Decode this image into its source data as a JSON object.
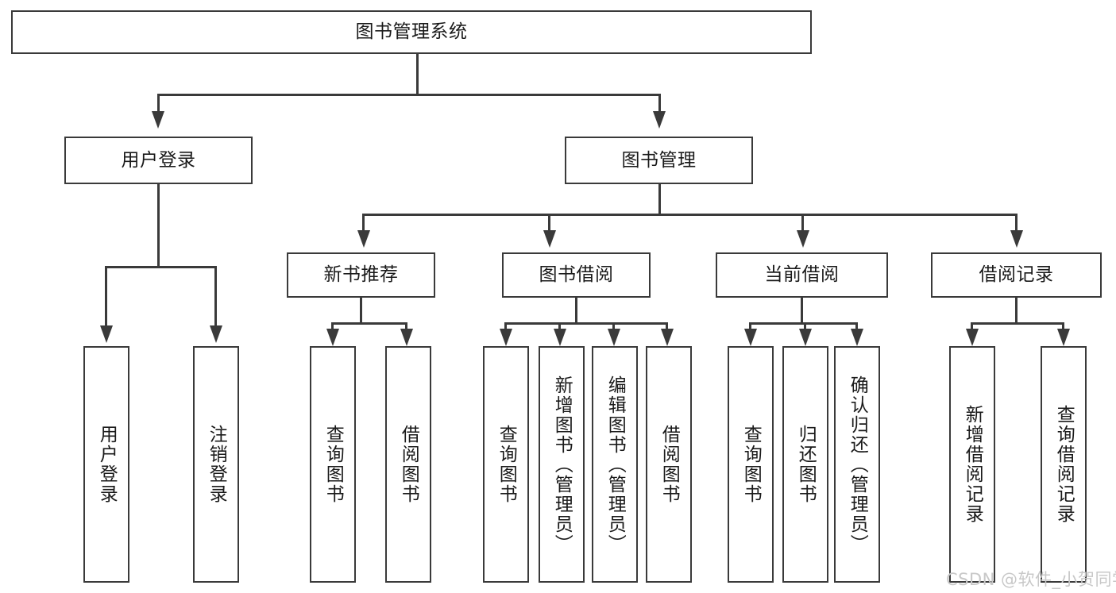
{
  "diagram": {
    "type": "tree",
    "title": "图书管理系统",
    "root": {
      "label": "图书管理系统"
    },
    "level1": [
      {
        "label": "用户登录"
      },
      {
        "label": "图书管理"
      }
    ],
    "level2": [
      {
        "label": "新书推荐"
      },
      {
        "label": "图书借阅"
      },
      {
        "label": "当前借阅"
      },
      {
        "label": "借阅记录"
      }
    ],
    "leaves_user_login": [
      {
        "label": "用户登录"
      },
      {
        "label": "注销登录"
      }
    ],
    "leaves_new_book": [
      {
        "label": "查询图书"
      },
      {
        "label": "借阅图书"
      }
    ],
    "leaves_borrow": [
      {
        "label": "查询图书"
      },
      {
        "label": "新增图书（管理员）"
      },
      {
        "label": "编辑图书（管理员）"
      },
      {
        "label": "借阅图书"
      }
    ],
    "leaves_current": [
      {
        "label": "查询图书"
      },
      {
        "label": "归还图书"
      },
      {
        "label": "确认归还（管理员）"
      }
    ],
    "leaves_records": [
      {
        "label": "新增借阅记录"
      },
      {
        "label": "查询借阅记录"
      }
    ]
  },
  "watermark": {
    "text": "CSDN @软件_小贺同学"
  },
  "colors": {
    "border": "#3a3a3a",
    "background": "#ffffff",
    "text": "#1a1a1a",
    "watermark": "#c8c8c8"
  }
}
